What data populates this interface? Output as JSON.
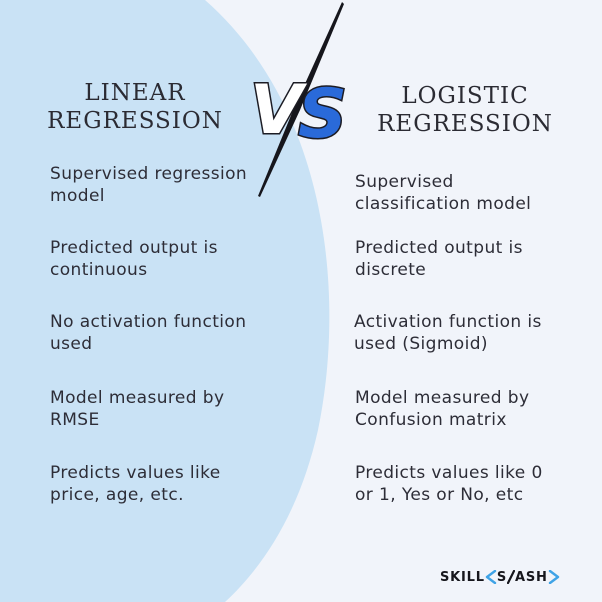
{
  "colors": {
    "left_panel": "#c9e2f5",
    "right_panel": "#f1f4fa",
    "vs_blue": "#2a6ad9",
    "text": "#2d2d37",
    "logo_accent": "#3fa3e6"
  },
  "left": {
    "heading": [
      "LINEAR",
      "REGRESSION"
    ],
    "items": [
      [
        "Supervised regression",
        "model"
      ],
      [
        "Predicted output is",
        "continuous"
      ],
      [
        "No activation function",
        "used"
      ],
      [
        "Model measured by",
        "RMSE"
      ],
      [
        "Predicts values like",
        "price, age, etc."
      ]
    ]
  },
  "right": {
    "heading": [
      "LOGISTIC",
      "REGRESSION"
    ],
    "items": [
      [
        "Supervised",
        "classification model"
      ],
      [
        "Predicted output is",
        "discrete"
      ],
      [
        "Activation function is",
        "used (Sigmoid)"
      ],
      [
        "Model measured by",
        "Confusion matrix"
      ],
      [
        "Predicts values like 0",
        "or 1, Yes or No, etc"
      ]
    ]
  },
  "vs": {
    "v": "V",
    "s": "S"
  },
  "logo": {
    "part1": "SKILL",
    "part2": "S",
    "part3": "ASH",
    "icon_left": "chevron-left-icon",
    "icon_slash": "slash-icon",
    "icon_right": "chevron-right-icon"
  }
}
